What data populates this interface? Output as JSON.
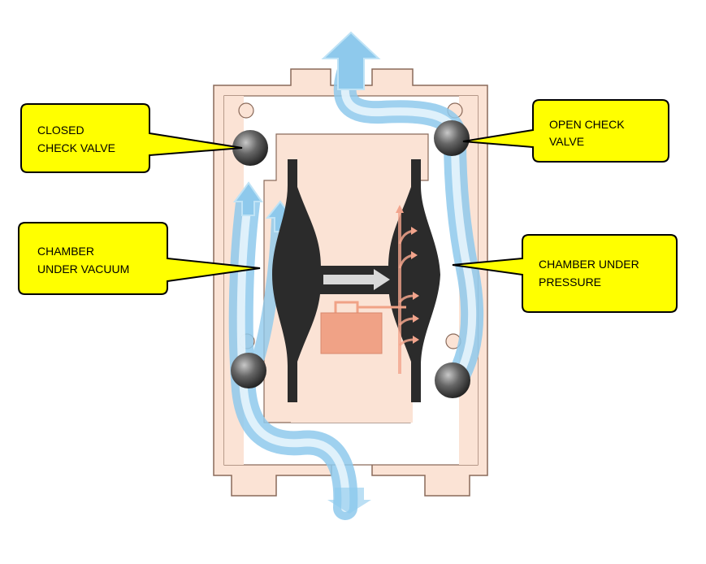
{
  "colors": {
    "housing_fill": "#fbe3d5",
    "housing_stroke": "#8a6a5a",
    "fluid": "#8ec9ec",
    "fluid_core": "#e6f4fc",
    "diaphragm": "#2b2b2b",
    "air_flow": "#f2a48c",
    "air_valve": "#f0a286",
    "callout_fill": "#ffff00",
    "callout_stroke": "#000000",
    "ball": "#555555",
    "shaft_arrow": "#d9d9d9"
  },
  "callouts": {
    "closed_check_valve": {
      "line1": "CLOSED",
      "line2": "CHECK VALVE"
    },
    "open_check_valve": {
      "line1": "OPEN CHECK",
      "line2": "VALVE"
    },
    "chamber_under_vacuum": {
      "line1": "CHAMBER",
      "line2": "UNDER VACUUM"
    },
    "chamber_under_pressure": {
      "line1": "CHAMBER UNDER",
      "line2": "PRESSURE"
    }
  },
  "icons": {
    "check_balls": "sphere",
    "flow_arrows": "arrow",
    "shaft_direction": "right-arrow"
  }
}
